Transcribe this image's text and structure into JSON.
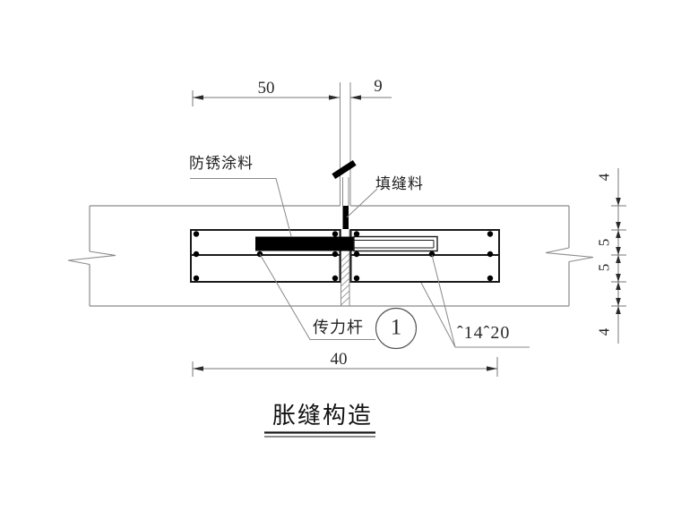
{
  "drawing": {
    "title": "胀缝构造",
    "dimensions": {
      "top_width": "50",
      "joint_width": "9",
      "bottom_width": "40",
      "right_chain": [
        "4",
        "5",
        "5",
        "4"
      ]
    },
    "labels": {
      "anti_rust_coating": "防锈涂料",
      "joint_filler": "填缝料",
      "dowel_bar": "传力杆",
      "rebar_spec": "ˆ14ˆ20",
      "detail_number": "1"
    },
    "colors": {
      "background": "#ffffff",
      "line_dark": "#1a1a1a",
      "line_light": "#8a8a8a",
      "fill_black": "#000000"
    }
  }
}
